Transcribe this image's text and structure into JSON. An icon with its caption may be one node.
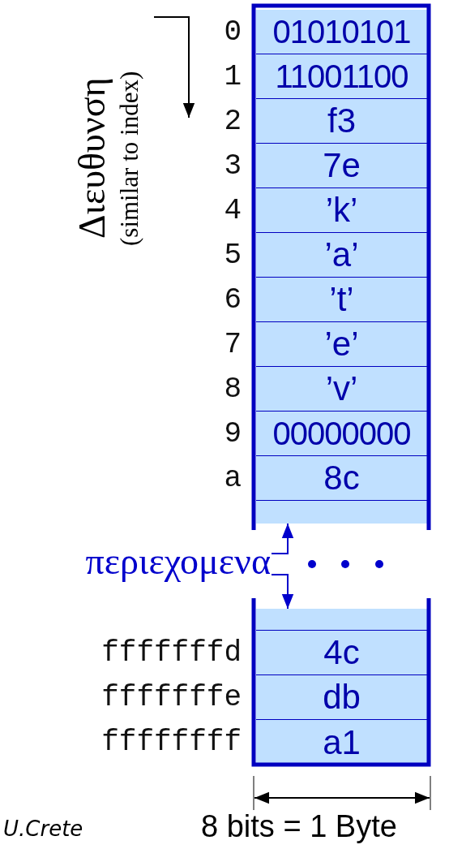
{
  "diagram": {
    "nodes": [
      {
        "text": [
          "Διευθυνση",
          "(similar to index)"
        ]
      },
      {
        "text": [
          "01010101"
        ],
        "beside": [
          "0"
        ]
      },
      {
        "text": [
          "11001100"
        ],
        "beside": [
          "1"
        ]
      },
      {
        "text": [
          "f3"
        ],
        "beside": [
          "2"
        ]
      },
      {
        "text": [
          "7e"
        ],
        "beside": [
          "3"
        ]
      },
      {
        "text": [
          "’k’"
        ],
        "beside": [
          "4"
        ]
      },
      {
        "text": [
          "’a’"
        ],
        "beside": [
          "5"
        ]
      },
      {
        "text": [
          "’t’"
        ],
        "beside": [
          "6"
        ]
      },
      {
        "text": [
          "’e’"
        ],
        "beside": [
          "7"
        ]
      },
      {
        "text": [
          "’v’"
        ],
        "beside": [
          "8"
        ]
      },
      {
        "text": [
          "00000000"
        ],
        "beside": [
          "9"
        ]
      },
      {
        "text": [
          "8c"
        ],
        "beside": [
          "a"
        ]
      },
      {
        "text": [],
        "shape": "box"
      },
      {
        "text": [
          "περιεχομενα"
        ]
      },
      {
        "text": [],
        "shape": "box"
      },
      {
        "text": [
          "4c"
        ],
        "beside": [
          "fffffffd"
        ]
      },
      {
        "text": [
          "db"
        ],
        "beside": [
          "fffffffe"
        ]
      },
      {
        "text": [
          "a1"
        ],
        "beside": [
          "ffffffff"
        ]
      }
    ],
    "edges": [
      {
        "from": 13,
        "to": 12,
        "arrow": "to"
      },
      {
        "from": 13,
        "to": 14,
        "arrow": "to"
      }
    ],
    "labels": [
      "8 bits = 1 Byte",
      "U.Crete"
    ]
  }
}
